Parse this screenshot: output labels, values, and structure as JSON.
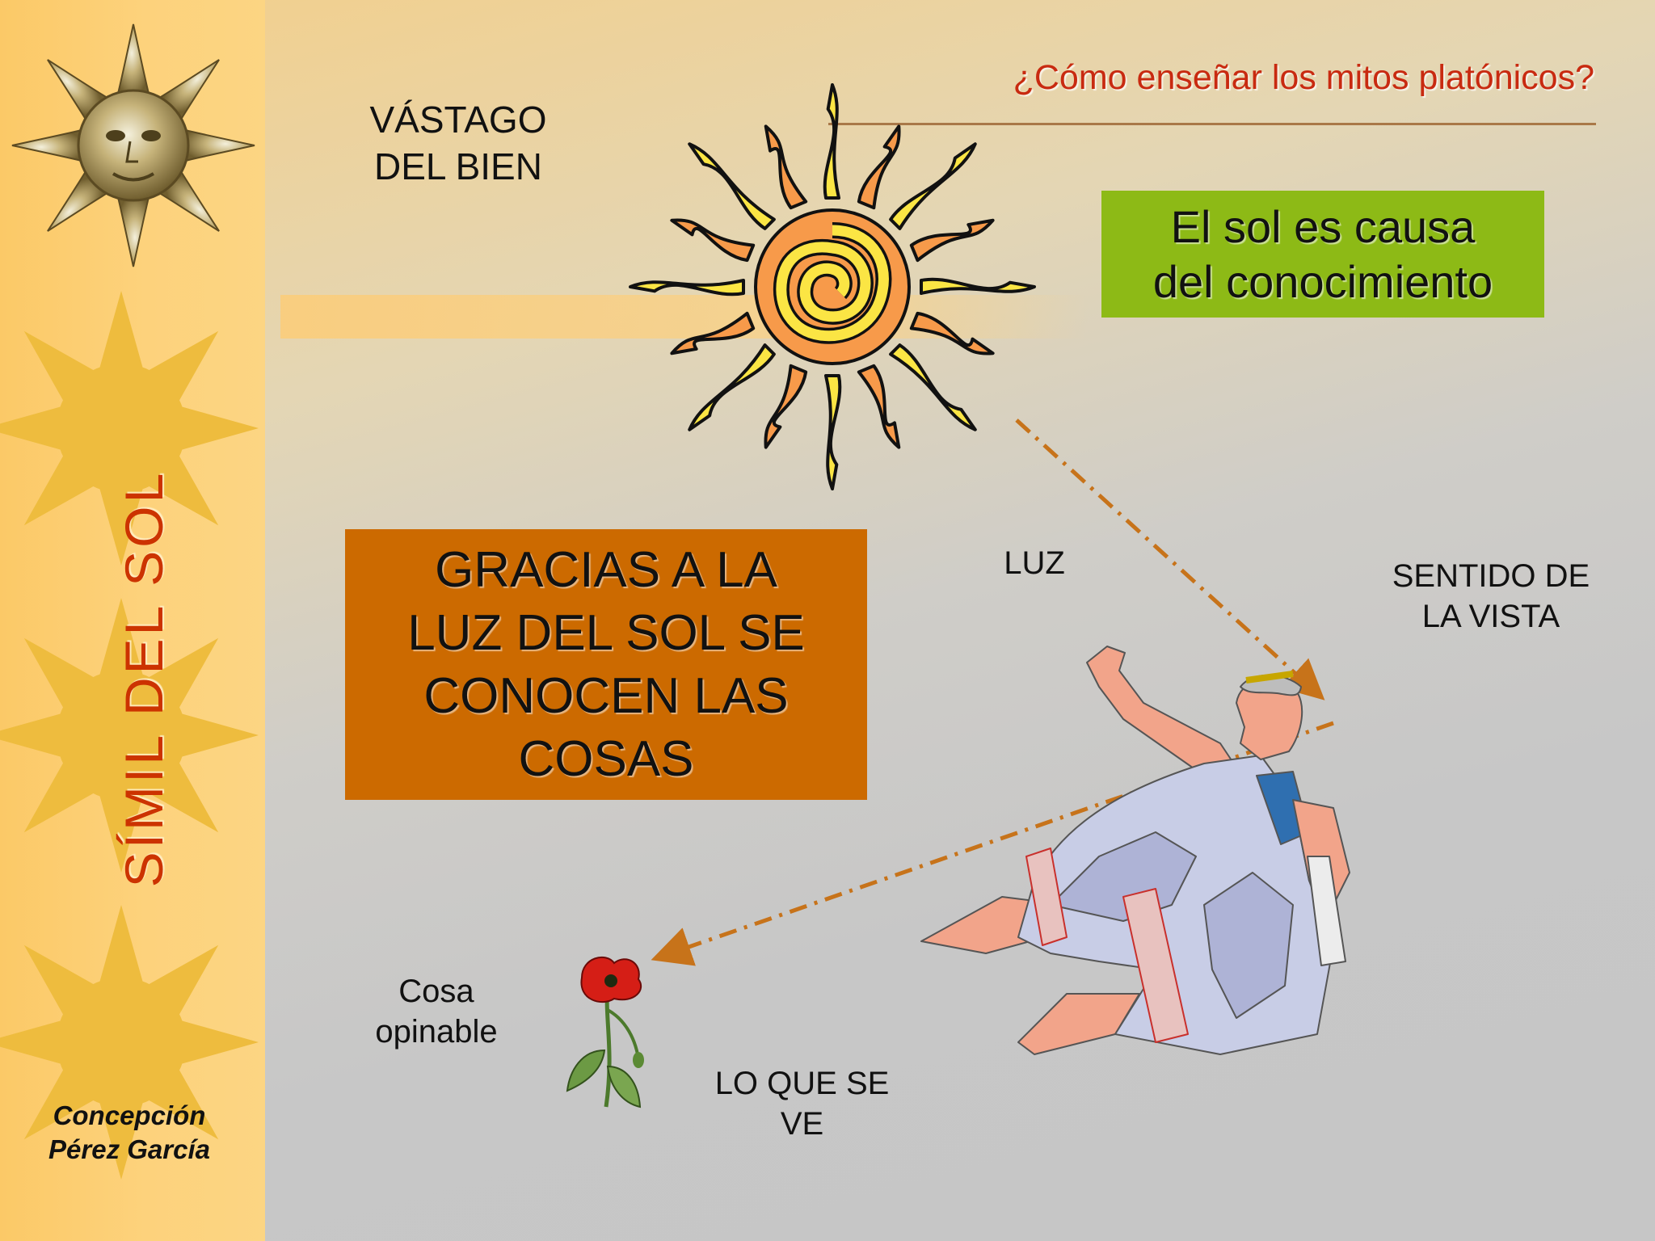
{
  "sidebar": {
    "title": "SÍMIL DEL SOL",
    "author_line1": "Concepción",
    "author_line2": "Pérez García",
    "icons": [
      "metal-sun-icon",
      "sun-icon",
      "sun-icon",
      "sun-icon"
    ]
  },
  "header": {
    "title": "¿Cómo enseñar los mitos platónicos?"
  },
  "labels": {
    "vastago_line1": "VÁSTAGO",
    "vastago_line2": "DEL BIEN",
    "luz": "LUZ",
    "sentido_line1": "SENTIDO DE",
    "sentido_line2": "LA VISTA",
    "cosa_line1": "Cosa",
    "cosa_line2": "opinable",
    "loquese_line1": "LO QUE SE",
    "loquese_line2": "VE"
  },
  "green_box": {
    "line1": "El sol es causa",
    "line2": "del conocimiento"
  },
  "orange_box": {
    "line1": "GRACIAS A LA",
    "line2": "LUZ DEL SOL SE",
    "line3": "CONOCEN LAS",
    "line4": "COSAS"
  },
  "colors": {
    "title_red": "#cc3300",
    "green": "#8dba16",
    "orange": "#cc6a00",
    "arrow": "#c7731a"
  }
}
